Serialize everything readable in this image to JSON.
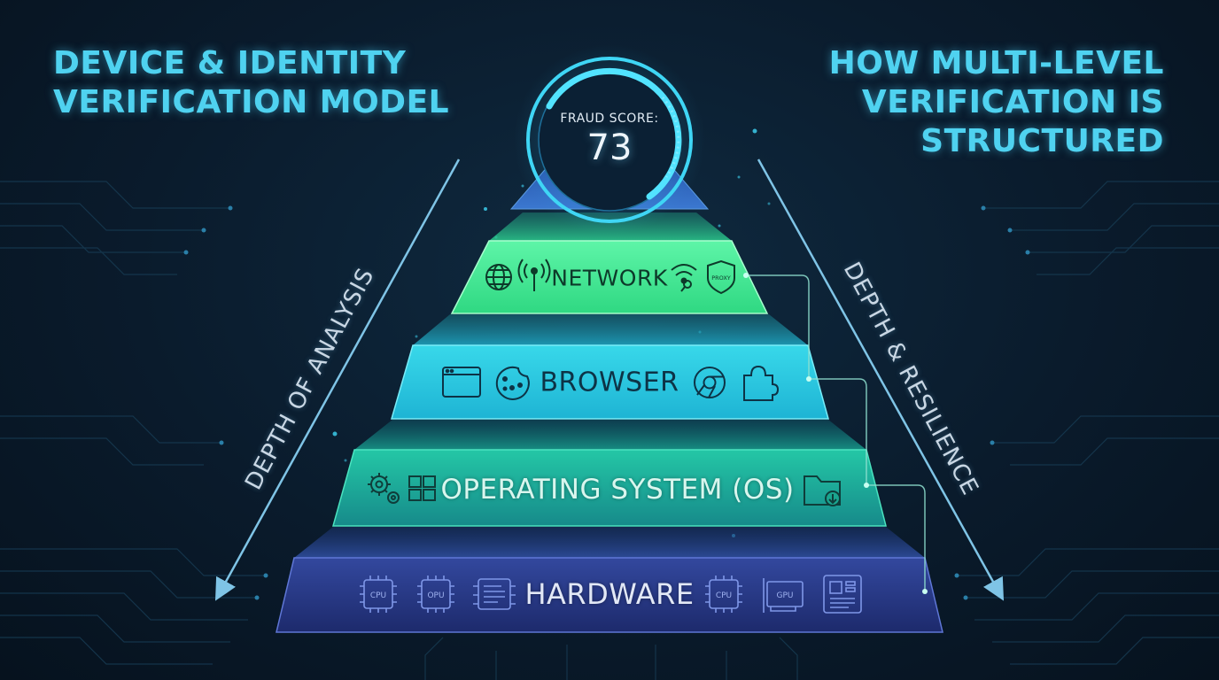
{
  "title_left": {
    "line1": "DEVICE & IDENTITY",
    "line2": "VERIFICATION MODEL"
  },
  "title_right": {
    "line1": "HOW MULTI-LEVEL",
    "line2": "VERIFICATION IS",
    "line3": "STRUCTURED"
  },
  "fraud_score": {
    "label": "FRAUD SCORE:",
    "value": "73"
  },
  "axis_left": "DEPTH OF ANALYSIS",
  "axis_right": "DEPTH & RESILIENCE",
  "tiers": {
    "network": {
      "label": "NETWORK",
      "icons": [
        "globe-icon",
        "antenna-icon",
        "wifi-icon",
        "proxy-shield-icon"
      ],
      "proxy_text": "PROXY"
    },
    "browser": {
      "label": "BROWSER",
      "icons": [
        "browser-window-icon",
        "cookie-icon",
        "chrome-icon",
        "extension-puzzle-icon"
      ]
    },
    "os": {
      "label": "OPERATING SYSTEM (OS)",
      "icons": [
        "settings-gears-icon",
        "windows-icon",
        "folder-download-icon"
      ]
    },
    "hardware": {
      "label": "HARDWARE",
      "icons": [
        "cpu-chip-icon",
        "opu-chip-icon",
        "memory-chip-icon",
        "cpu-chip-icon",
        "gpu-card-icon",
        "motherboard-icon"
      ],
      "chip_text": {
        "cpu": "CPU",
        "opu": "OPU",
        "gpu": "GPU"
      }
    }
  },
  "colors": {
    "background": "#0a1b2c",
    "title": "#4fd2f0",
    "network_tier": "#3bea8f",
    "browser_tier": "#22c4dc",
    "os_tier": "#1fb396",
    "hardware_tier": "#2a3a8c",
    "apex": "#2f63b8",
    "ring": "#3fd6f5"
  }
}
